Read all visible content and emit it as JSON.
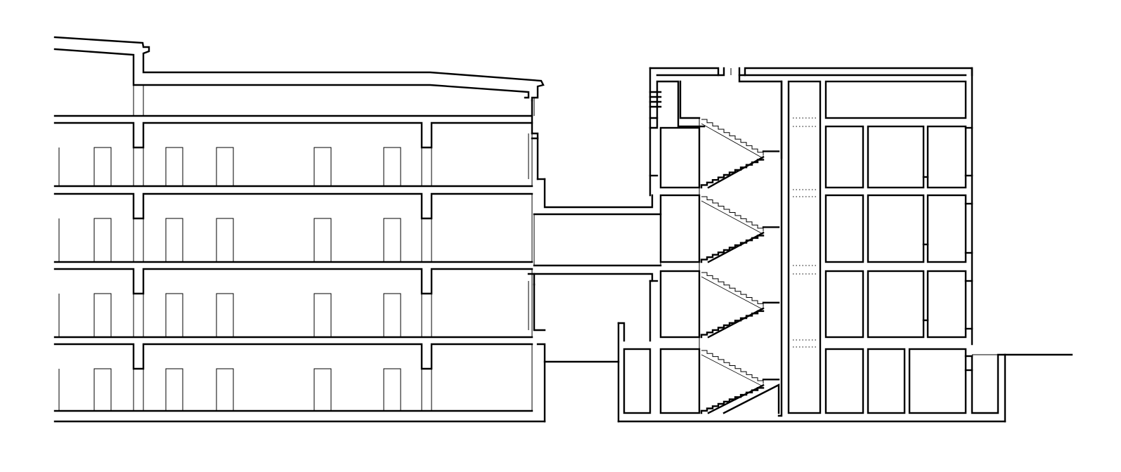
{
  "drawing": {
    "kind": "architectural building section",
    "line_color": "#000000",
    "background_color": "#ffffff",
    "old_building": {
      "floors": 4,
      "doors_per_floor": 5,
      "has_attic": true
    },
    "bridge_link": {
      "levels": 2
    },
    "new_building": {
      "stair_flights": 8,
      "levels": 5,
      "has_basement": true
    }
  }
}
